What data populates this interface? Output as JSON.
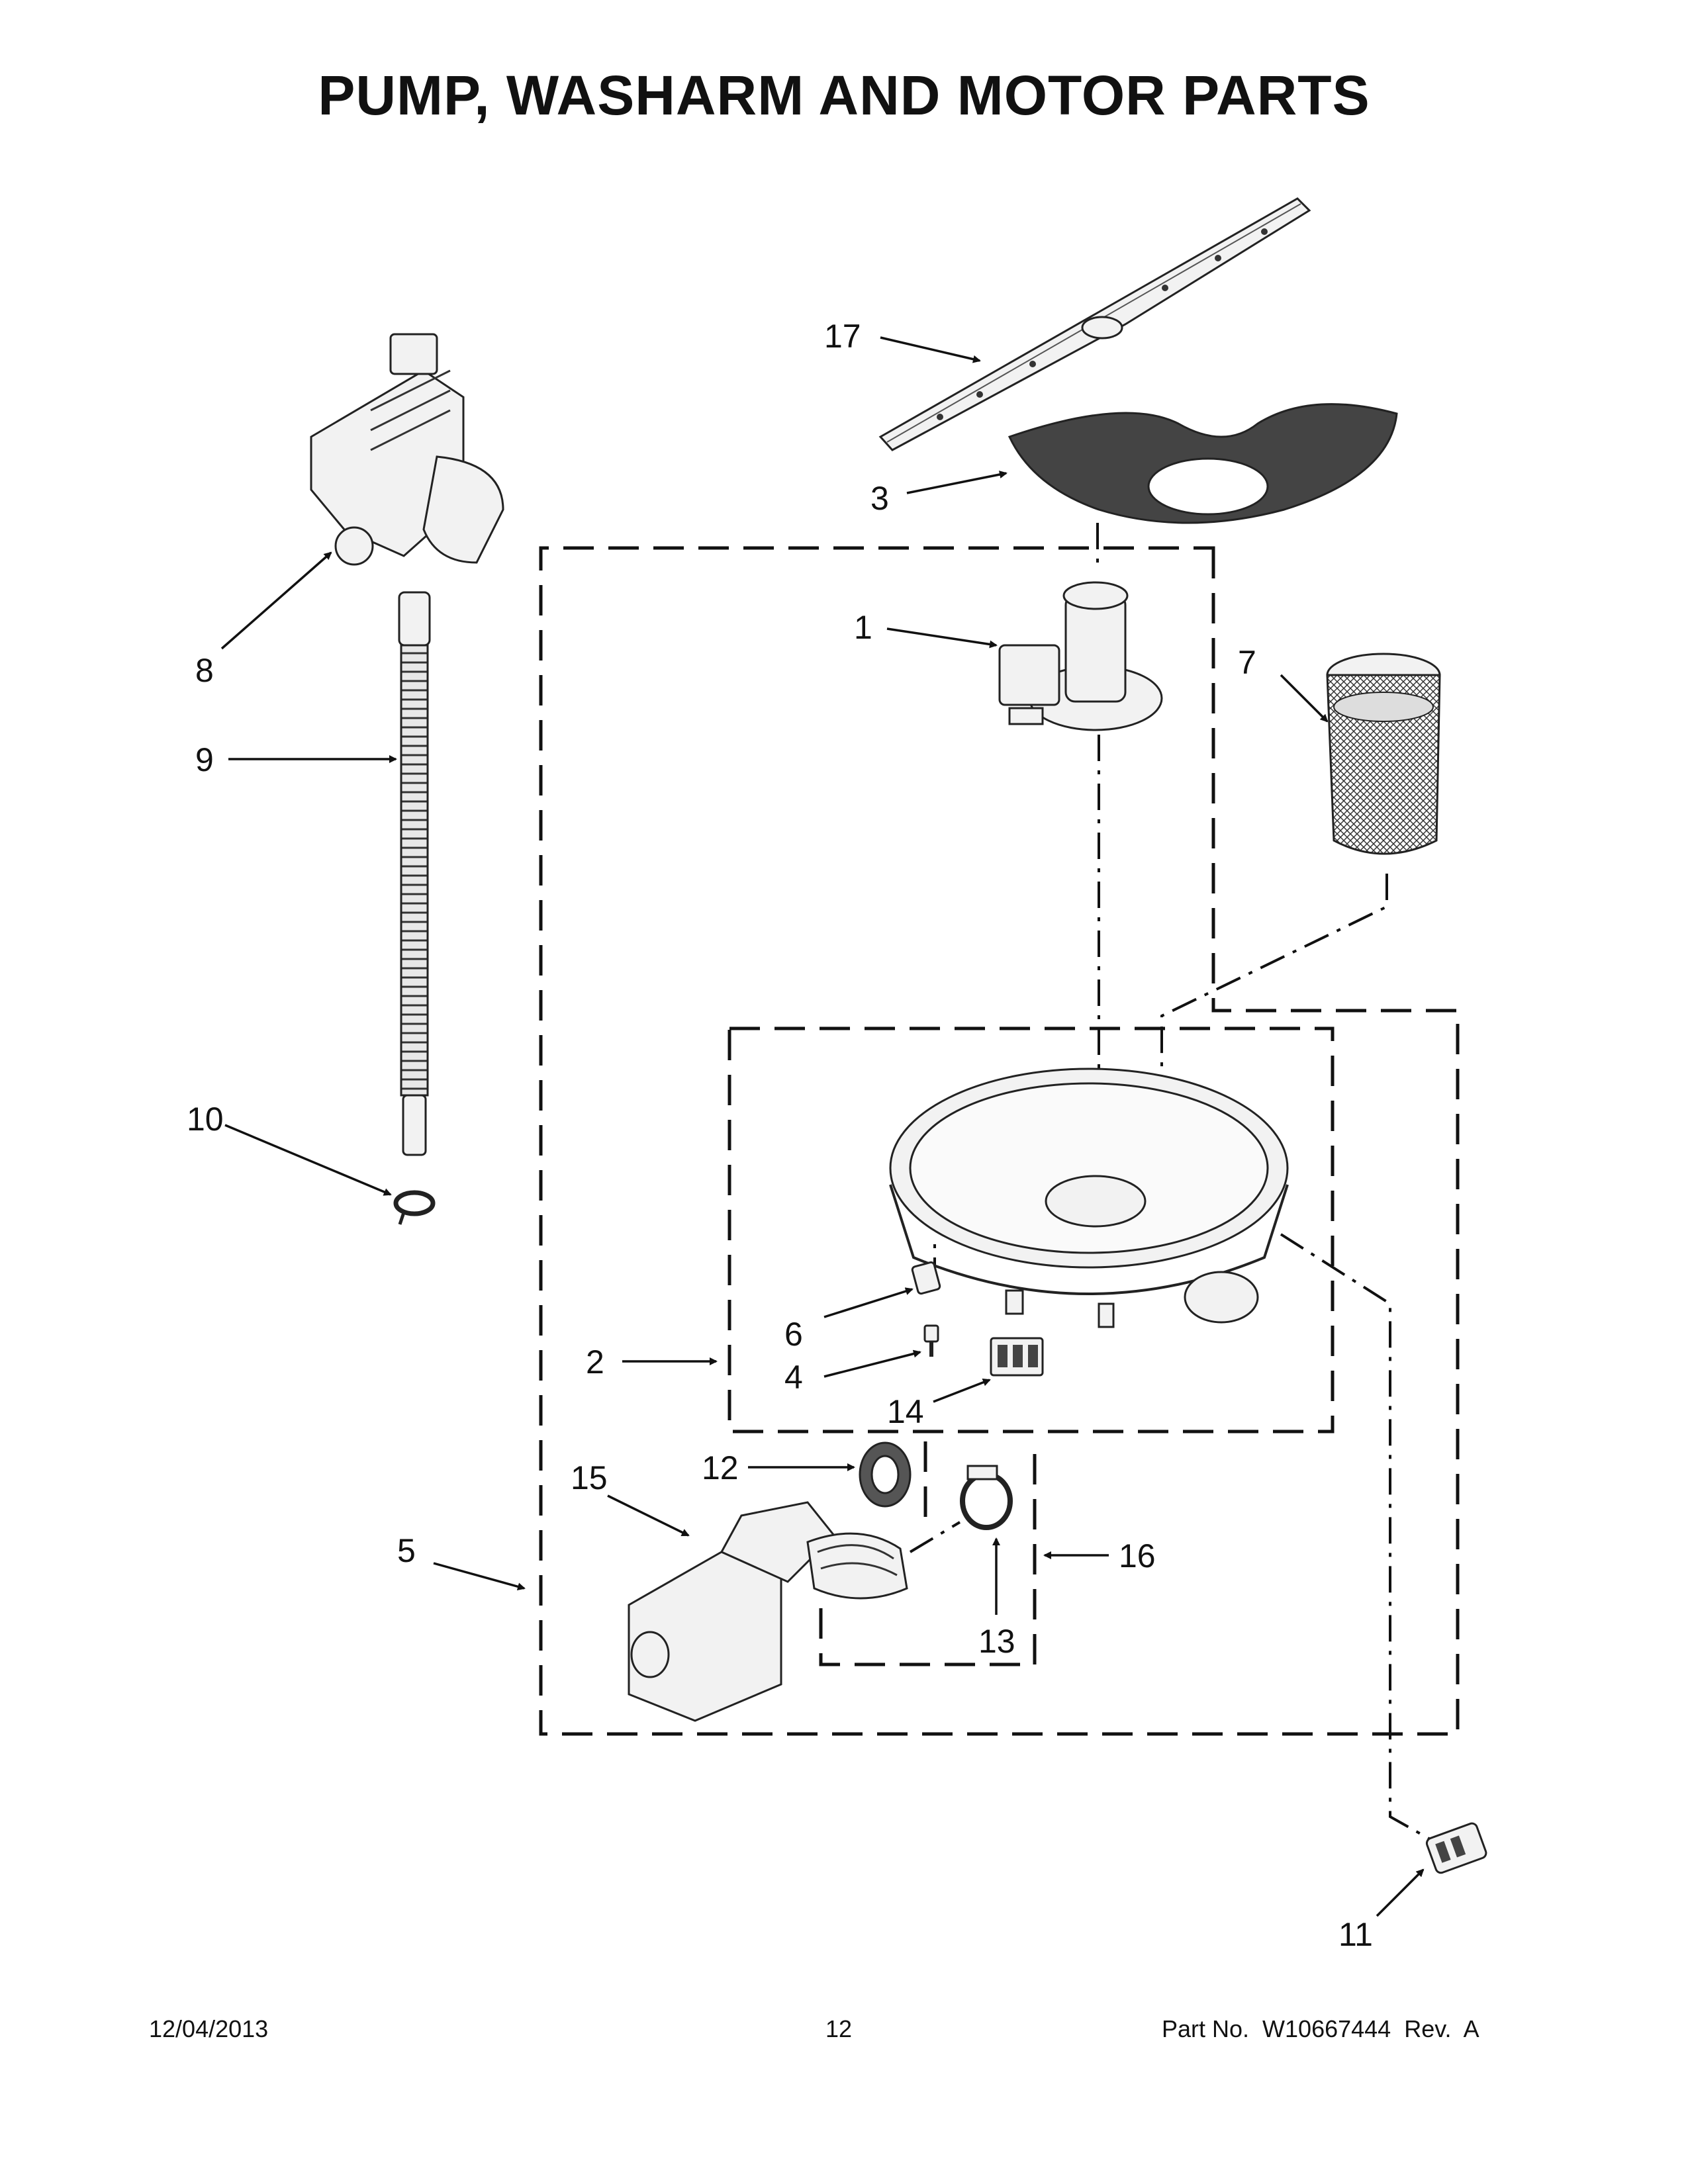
{
  "title": "PUMP, WASHARM AND MOTOR PARTS",
  "footer": {
    "date": "12/04/2013",
    "page": "12",
    "part_no": "Part No.  W10667444  Rev.  A"
  },
  "callouts": {
    "c1": "1",
    "c2": "2",
    "c3": "3",
    "c4": "4",
    "c5": "5",
    "c6": "6",
    "c7": "7",
    "c8": "8",
    "c9": "9",
    "c10": "10",
    "c11": "11",
    "c12": "12",
    "c13": "13",
    "c14": "14",
    "c15": "15",
    "c16": "16",
    "c17": "17"
  }
}
